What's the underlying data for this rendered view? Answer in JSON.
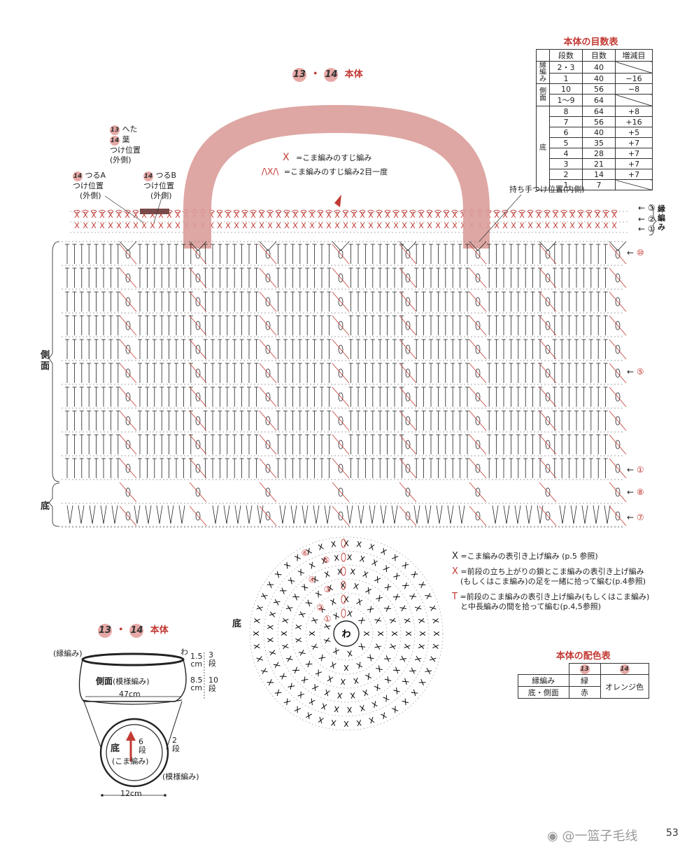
{
  "header": {
    "n13": "13",
    "dot": "・",
    "n14": "14",
    "title": "本体"
  },
  "labels_left": {
    "b13": "13",
    "hetaA": "へた",
    "b14": "14",
    "ha": "葉",
    "tsukeichi": "つけ位置",
    "sotogawa": "(外側)",
    "tsuruA_badge": "14",
    "tsuruA": "つるA",
    "tsuruA_pos": "つけ位置",
    "tsuruA_out": "(外側)",
    "tsuruB_badge": "14",
    "tsuruB": "つるB",
    "tsuruB_pos": "つけ位置",
    "tsuruB_out": "(外側)"
  },
  "legend_top": {
    "item1": "=こま編みのすじ編み",
    "item2": "=こま編みのすじ編み2目一度"
  },
  "handle_label": "持ち手つけ位置(内側)",
  "side_labels": {
    "sokumen": "側面",
    "soko": "底",
    "fuchi": "縁編み"
  },
  "row_markers": {
    "r3": "③",
    "r2": "②",
    "r1": "①",
    "r10": "⑩",
    "r5": "⑤",
    "r1b": "①",
    "r8": "⑧",
    "r7": "⑦"
  },
  "stitch_table": {
    "title": "本体の目数表",
    "headers": [
      "段数",
      "目数",
      "増減目"
    ],
    "groups": [
      {
        "label": "縁編み",
        "rows": [
          [
            "2・3",
            "40",
            ""
          ],
          [
            "1",
            "40",
            "−16"
          ]
        ]
      },
      {
        "label": "側面",
        "rows": [
          [
            "10",
            "56",
            "−8"
          ],
          [
            "1〜9",
            "64",
            ""
          ]
        ]
      },
      {
        "label": "底",
        "rows": [
          [
            "8",
            "64",
            "+8"
          ],
          [
            "7",
            "56",
            "+16"
          ],
          [
            "6",
            "40",
            "+5"
          ],
          [
            "5",
            "35",
            "+7"
          ],
          [
            "4",
            "28",
            "+7"
          ],
          [
            "3",
            "21",
            "+7"
          ],
          [
            "2",
            "14",
            "+7"
          ],
          [
            "1",
            "7",
            ""
          ]
        ]
      }
    ]
  },
  "circle": {
    "center": "わ",
    "label": "底",
    "rounds": [
      "①",
      "②",
      "③",
      "④",
      "⑤",
      "⑥"
    ]
  },
  "legend_bottom": {
    "item1": "=こま編みの表引き上げ編み (p.5 参照)",
    "item2a": "=前段の立ち上がりの鎖とこま編みの表引き上げ編み",
    "item2b": "(もしくはこま編み)の足を一緒に拾って編む(p.4参照)",
    "item3a": "=前段のこま編みの表引き上げ編み(もしくはこま編み)",
    "item3b": "と中長編みの間を拾って編む(p.4,5参照)"
  },
  "color_table": {
    "title": "本体の配色表",
    "col13": "13",
    "col14": "14",
    "rows": [
      {
        "part": "縁編み",
        "c13": "緑"
      },
      {
        "part": "底・側面",
        "c13": "赤"
      }
    ],
    "c14": "オレンジ色"
  },
  "schematic": {
    "n13": "13",
    "dot": "・",
    "n14": "14",
    "title": "本体",
    "fuchi": "(縁編み)",
    "wa": "わ",
    "sokumen": "側面",
    "moyou": "(模様編み)",
    "width47": "47cm",
    "h15": "1.5",
    "cm1": "cm",
    "dan3": "3",
    "dan3b": "段",
    "h85": "8.5",
    "cm2": "cm",
    "dan10": "10",
    "dan10b": "段",
    "soko": "底",
    "dan6": "6",
    "dan6b": "段",
    "koma": "(こま編み)",
    "dan2": "2",
    "dan2b": "段",
    "moyou2": "(模様編み)",
    "width12": "12cm"
  },
  "footer": {
    "watermark": "@一篮子毛线",
    "page": "53"
  },
  "colors": {
    "pink": "#e7a9a6",
    "red": "#c23a34",
    "handle": "#dea7a3"
  }
}
